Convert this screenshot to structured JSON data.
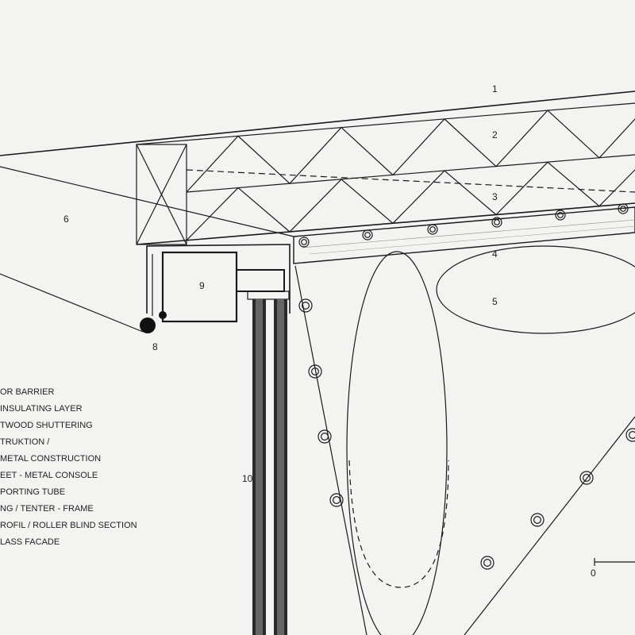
{
  "drawing": {
    "callouts": [
      "1",
      "2",
      "3",
      "4",
      "5",
      "6",
      "8",
      "9",
      "10"
    ],
    "legend": [
      "OR BARRIER",
      "INSULATING LAYER",
      "TWOOD SHUTTERING",
      "TRUKTION /",
      "METAL CONSTRUCTION",
      "EET - METAL CONSOLE",
      "PORTING TUBE",
      "NG / TENTER - FRAME",
      "ROFIL / ROLLER BLIND SECTION",
      "LASS FACADE"
    ],
    "scale_zero": "0",
    "colors": {
      "ink": "#1a1a1a",
      "paper": "#f3f3f1"
    }
  }
}
